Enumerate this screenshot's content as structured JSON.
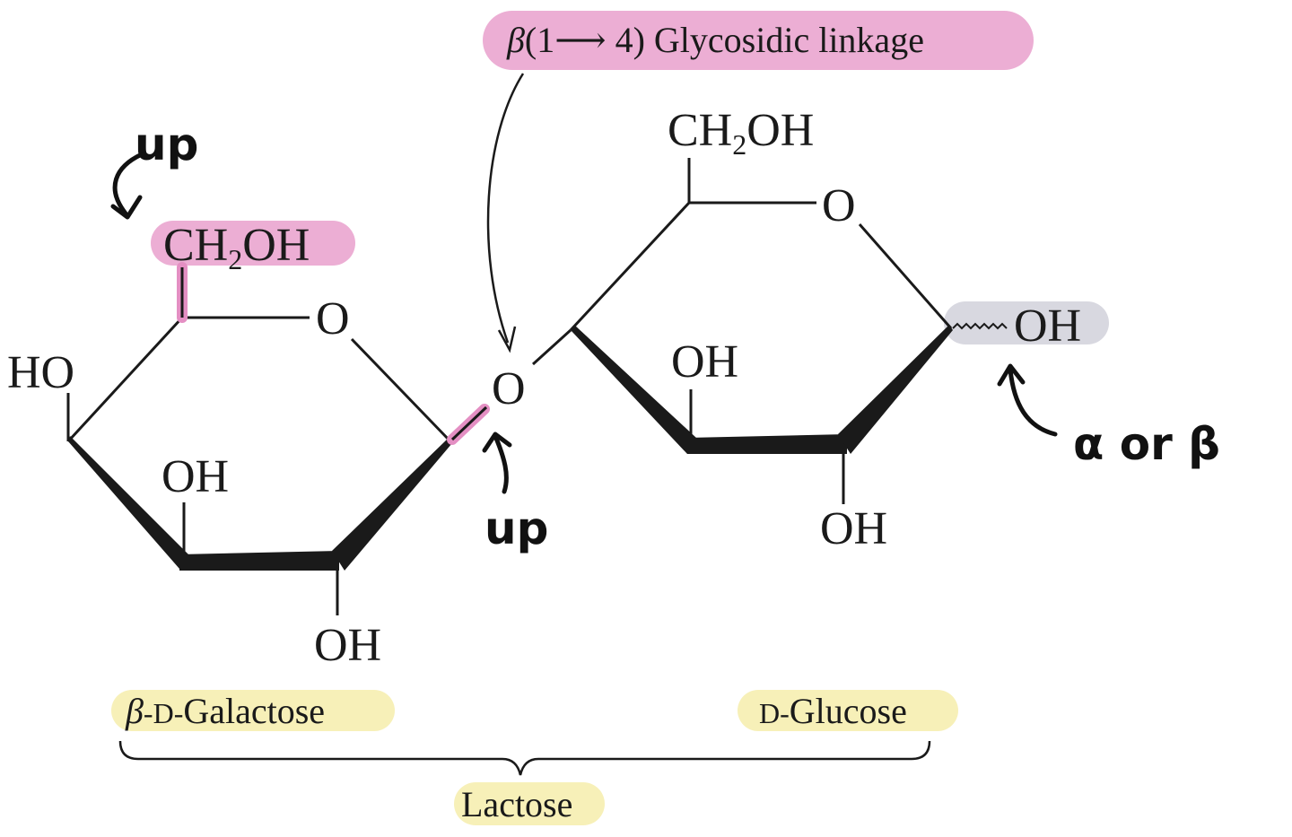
{
  "linkage": {
    "greek": "β",
    "text": "(1⟶ 4) Glycosidic linkage",
    "highlight_color": "#ecaed4"
  },
  "galactose": {
    "ch2oh_main": "CH",
    "ch2oh_sub": "2",
    "ch2oh_tail": "OH",
    "ring_o": "O",
    "c4_ho": "HO",
    "c3_oh": "OH",
    "c2_oh": "OH",
    "name_greek": "β",
    "name_d": "-D-",
    "name_rest": "Galactose"
  },
  "bridge": {
    "o": "O"
  },
  "glucose": {
    "ch2oh_main": "CH",
    "ch2oh_sub": "2",
    "ch2oh_tail": "OH",
    "ring_o": "O",
    "c3_oh": "OH",
    "c2_oh": "OH",
    "anomeric_oh": "OH",
    "anomeric_highlight_color": "#d8d8e0",
    "name_d": "D-",
    "name_rest": "Glucose"
  },
  "disaccharide": {
    "name": "Lactose"
  },
  "handwritten": {
    "up_top": "up",
    "up_bottom": "up",
    "alpha_beta": "α or β"
  },
  "colors": {
    "pink_highlight": "#ecaed4",
    "pink_bond": "#e48fc3",
    "yellow_label": "#f7f0b8",
    "ink": "#1a1a1a"
  }
}
